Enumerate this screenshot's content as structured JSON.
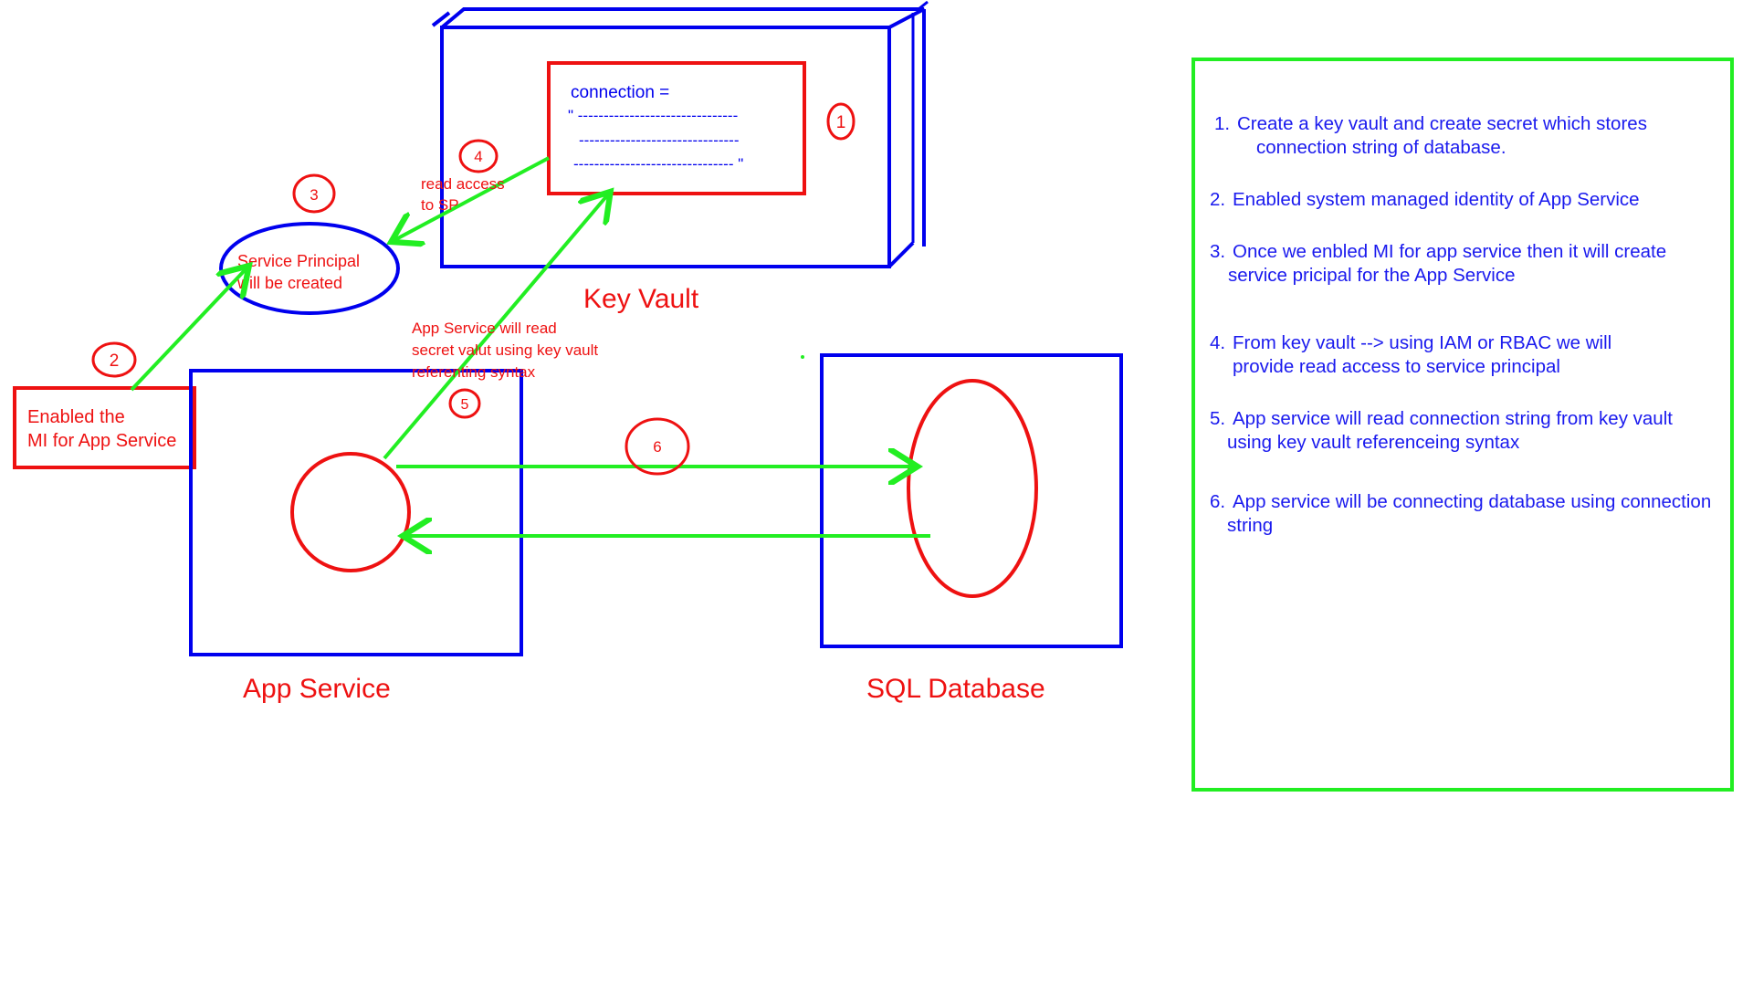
{
  "nodes": {
    "key_vault": {
      "label": "Key Vault"
    },
    "app_service": {
      "label": "App Service"
    },
    "sql_database": {
      "label": "SQL Database"
    },
    "service_principal": {
      "line1": "Service Principal",
      "line2": "will be created"
    },
    "mi_box": {
      "line1": "Enabled the",
      "line2": "MI for App Service"
    }
  },
  "secret": {
    "line1": "connection =",
    "line2": "\" -------------------------------",
    "line3": "-------------------------------",
    "line4": "------------------------------- \""
  },
  "badges": [
    "1",
    "2",
    "3",
    "4",
    "5",
    "6"
  ],
  "annotations": {
    "read_access": {
      "line1": "read access",
      "line2": "to SP"
    },
    "app_reads": {
      "line1": "App Service will read",
      "line2": "secret valut using key vault",
      "line3": "referenting syntax"
    }
  },
  "steps": [
    {
      "n": "1.",
      "line1": "Create a key vault and create secret which stores",
      "line2": "connection string of database."
    },
    {
      "n": "2.",
      "line1": "Enabled system managed identity of App Service",
      "line2": ""
    },
    {
      "n": "3.",
      "line1": "Once we enbled MI for app service then it will create",
      "line2": "service pricipal for the App Service"
    },
    {
      "n": "4.",
      "line1": "From key vault --> using IAM or RBAC we will",
      "line2": "provide read access to service principal"
    },
    {
      "n": "5.",
      "line1": "App service will read connection string from key vault",
      "line2": "using key vault referenceing syntax"
    },
    {
      "n": "6.",
      "line1": "App service will be connecting database using connection",
      "line2": "string"
    }
  ],
  "colors": {
    "blue": "#0000ee",
    "red": "#ee1111",
    "green": "#22ee22"
  }
}
